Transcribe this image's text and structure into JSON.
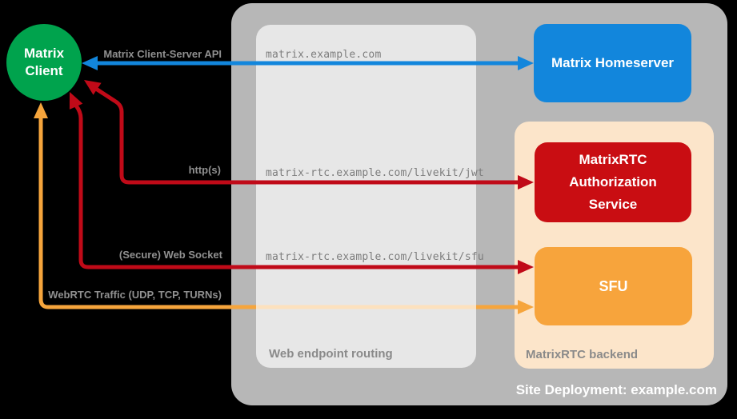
{
  "title": "Site Deployment: example.com",
  "client": {
    "label": "Matrix Client"
  },
  "nodes": {
    "homeserver": {
      "label": "Matrix Homeserver",
      "color": "#1286dc"
    },
    "auth": {
      "label": "MatrixRTC Authorization Service",
      "color": "#c90d12"
    },
    "sfu": {
      "label": "SFU",
      "color": "#f7a43c"
    }
  },
  "groups": {
    "routing": {
      "label": "Web endpoint routing"
    },
    "backend": {
      "label": "MatrixRTC backend"
    }
  },
  "connections": [
    {
      "name": "client-server-api",
      "label": "Matrix Client-Server API",
      "endpoint": "matrix.example.com",
      "color": "#1286dc",
      "from": "Matrix Client",
      "to": "Matrix Homeserver",
      "bidirectional": true
    },
    {
      "name": "http",
      "label": "http(s)",
      "endpoint": "matrix-rtc.example.com/livekit/jwt",
      "color": "#c00a18",
      "from": "Matrix Client",
      "to": "MatrixRTC Authorization Service",
      "bidirectional": true
    },
    {
      "name": "websocket",
      "label": "(Secure) Web Socket",
      "endpoint": "matrix-rtc.example.com/livekit/sfu",
      "color": "#c00a18",
      "from": "Matrix Client",
      "to": "SFU",
      "bidirectional": true
    },
    {
      "name": "webrtc",
      "label": "WebRTC Traffic (UDP, TCP, TURNs)",
      "endpoint": "",
      "color": "#f6a53c",
      "from": "Matrix Client",
      "to": "SFU",
      "bidirectional": true
    }
  ],
  "colors": {
    "background": "#000000",
    "container_gray": "#b7b7b7",
    "routing_box": "#e7e7e7",
    "backend_peach": "#fce5ca",
    "client_green": "#00a34d",
    "label_gray": "#8a8a8a"
  }
}
